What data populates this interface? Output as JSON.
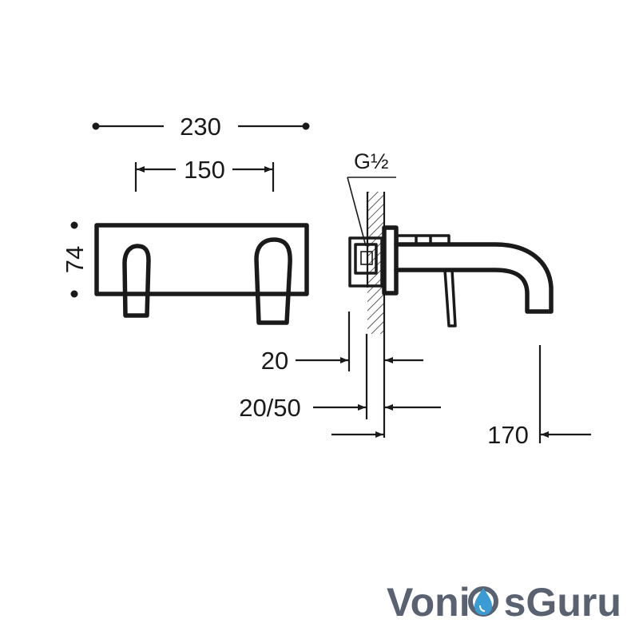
{
  "dimensions": {
    "overall_width": "230",
    "handle_spacing": "150",
    "plate_height": "74",
    "thread": "G½",
    "wall_offset": "20",
    "wall_range": "20/50",
    "spout_reach": "170"
  },
  "logo": {
    "part1": "Voni",
    "part2": "sGuru",
    "color_main": "#5a6272",
    "color_drop": "#3a9bd5"
  }
}
